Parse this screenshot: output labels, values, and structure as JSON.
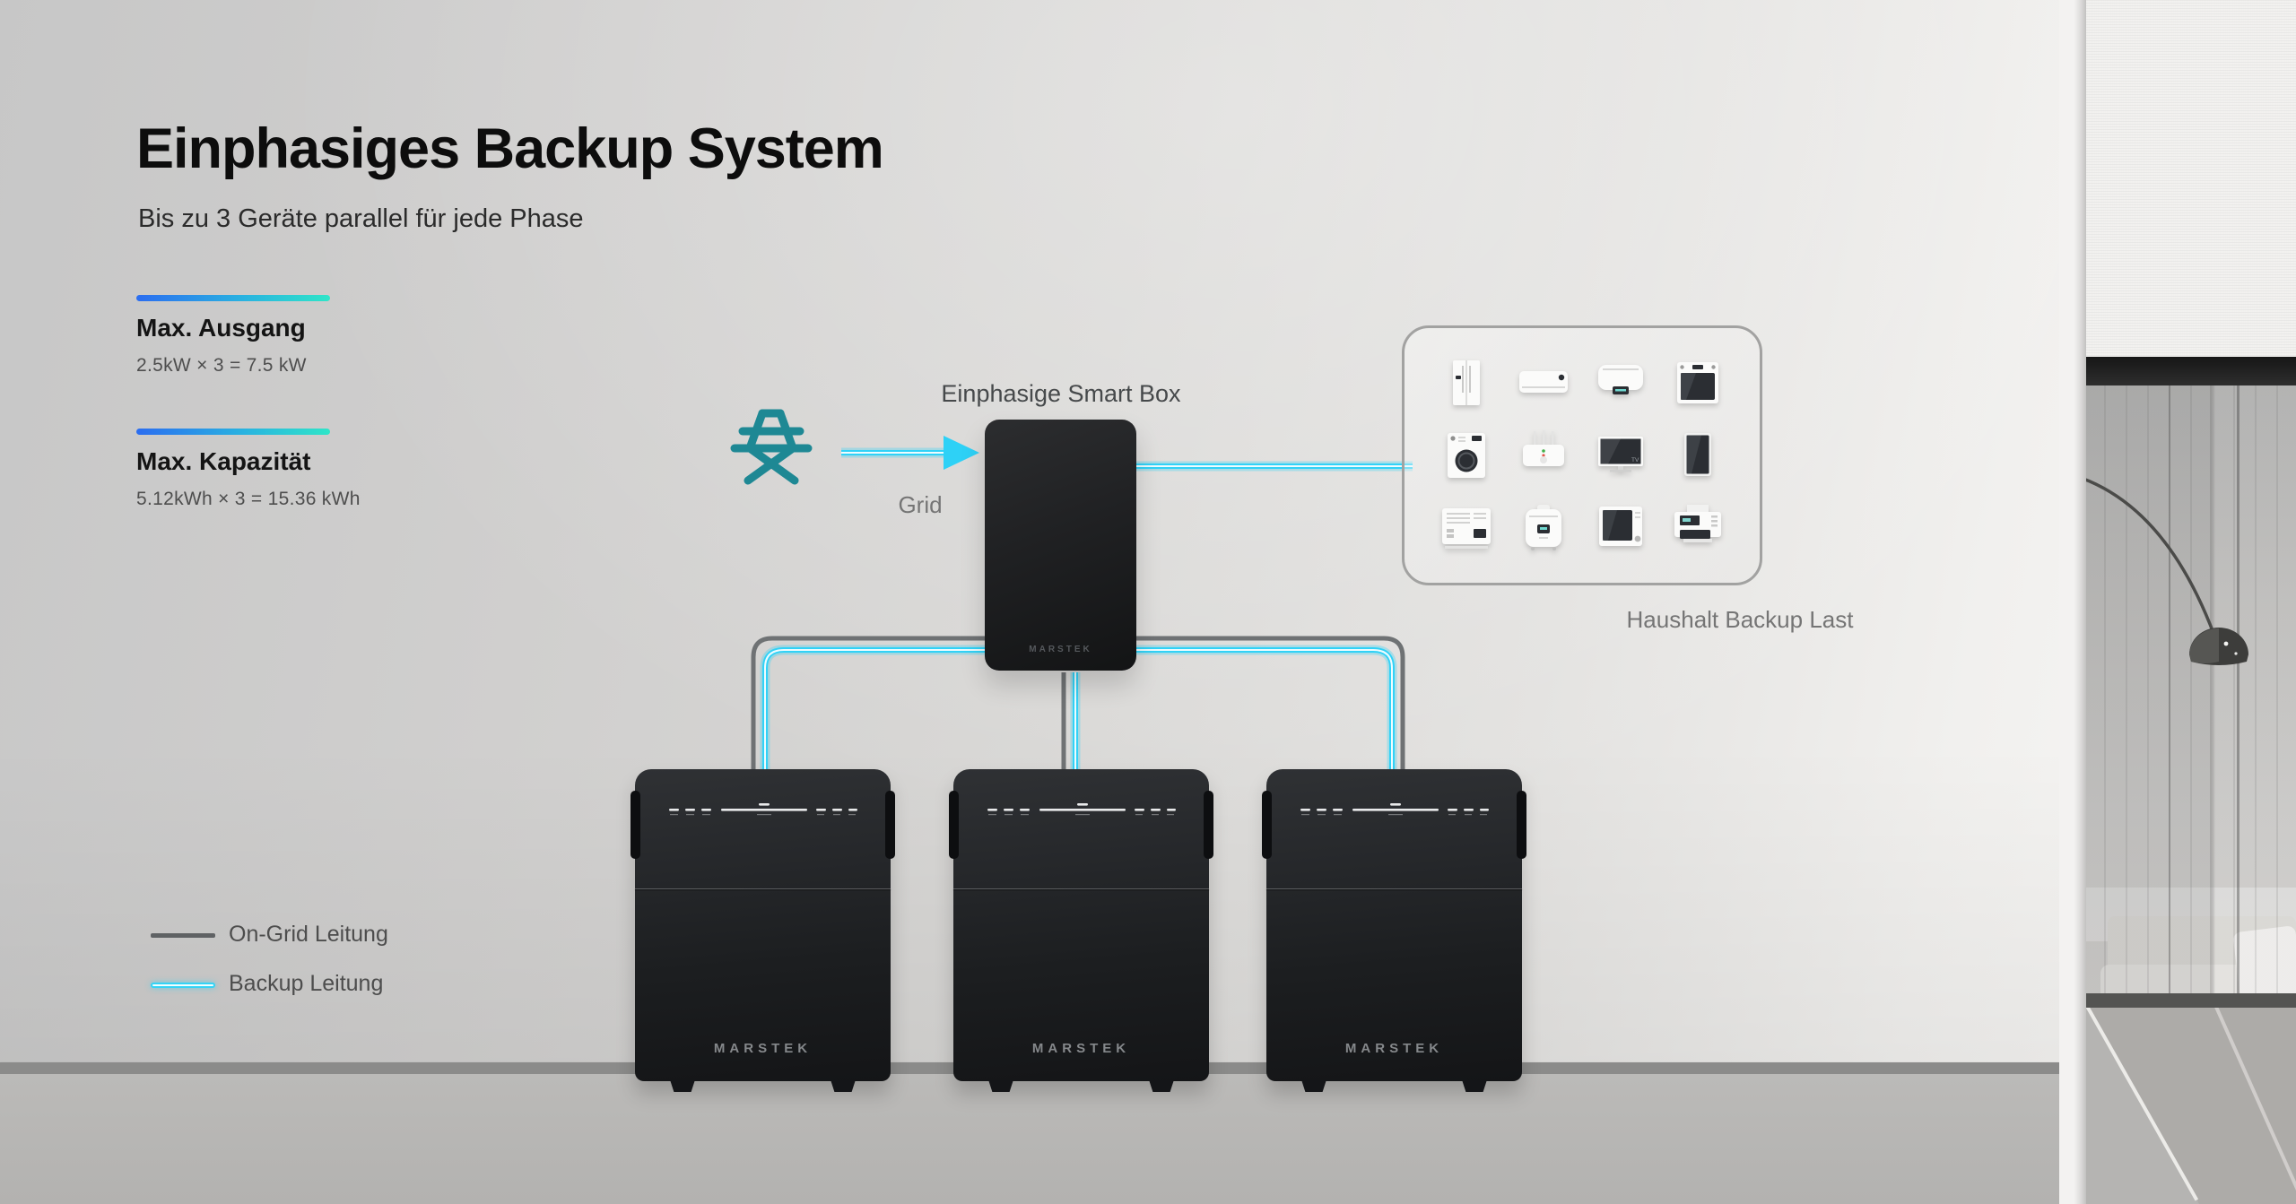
{
  "page": {
    "title": "Einphasiges Backup System",
    "subtitle": "Bis zu 3 Geräte parallel für jede Phase"
  },
  "stats": [
    {
      "label": "Max. Ausgang",
      "value": "2.5kW × 3 = 7.5 kW"
    },
    {
      "label": "Max. Kapazität",
      "value": "5.12kWh × 3 = 15.36 kWh"
    }
  ],
  "diagram": {
    "grid_label": "Grid",
    "smart_box_label": "Einphasige Smart Box",
    "load_label": "Haushalt Backup Last",
    "brand": "MARSTEK",
    "battery_count": 3,
    "appliances": [
      "refrigerator",
      "air-conditioner",
      "water-heater",
      "oven",
      "washing-machine",
      "router",
      "tv",
      "tablet",
      "heater",
      "rice-cooker",
      "microwave",
      "printer"
    ]
  },
  "legend": [
    {
      "label": "On-Grid Leitung",
      "style": "gray-line"
    },
    {
      "label": "Backup Leitung",
      "style": "cyan-glow-line"
    }
  ],
  "colors": {
    "accent_gradient_start": "#2b6df0",
    "accent_gradient_end": "#2fe5c8",
    "backup_line": "#31d2f7",
    "ongrid_line": "#6f7274",
    "grid_icon_teal": "#1e8894"
  }
}
